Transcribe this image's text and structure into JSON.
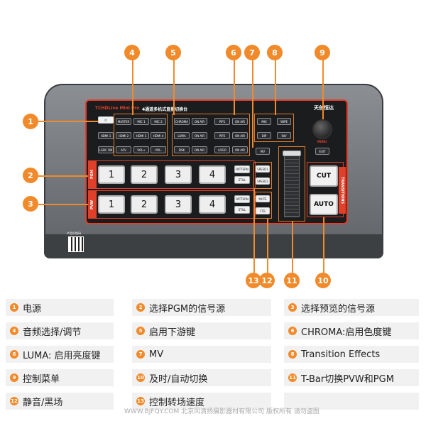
{
  "device": {
    "brand": "TCHDLive Mini Pro",
    "brand_sub": "4通道多机式直播切换台",
    "logo": "天创恒达",
    "menu_label": "MENU",
    "qr_caption": "产品识别码",
    "transitions_label": "TRANSITIONS"
  },
  "buttons": {
    "power": "⏻",
    "audio": [
      "MASTER",
      "MIC 1",
      "MIC 2",
      "HDMI 1",
      "HDMI 2",
      "HDMI 3",
      "HDMI 4",
      "LGDC ON",
      "AFV",
      "VOL+",
      "VOL-"
    ],
    "keys": [
      "CHROMA",
      "ON AIR",
      "PIP1",
      "ON AIR",
      "LUMA",
      "ON AIR",
      "PIP2",
      "ON AIR",
      "DSK",
      "ON AIR",
      "LOGO",
      "ON AIR"
    ],
    "effects": [
      "MIX",
      "WIPE",
      "DIP",
      "INV"
    ],
    "exit": "EXIT",
    "mv": "MV",
    "speed": [
      "SPEED1",
      "SPEED2"
    ],
    "mute": [
      "MUTE",
      "FTB"
    ],
    "cut": "CUT",
    "auto": "AUTO"
  },
  "rows": {
    "pgm": {
      "label": "PGM",
      "numbers": [
        "1",
        "2",
        "3",
        "4"
      ],
      "side": [
        "PATTERN",
        "STILL"
      ]
    },
    "pvw": {
      "label": "PVW",
      "numbers": [
        "1",
        "2",
        "3",
        "4"
      ],
      "side": [
        "PATTERN",
        "STILL"
      ]
    }
  },
  "callouts": [
    "1",
    "2",
    "3",
    "4",
    "5",
    "6",
    "7",
    "8",
    "9",
    "10",
    "11",
    "12",
    "13"
  ],
  "legend": [
    {
      "num": "1",
      "text": "电源"
    },
    {
      "num": "2",
      "text": "选择PGM的信号源"
    },
    {
      "num": "3",
      "text": "选择预览的信号源"
    },
    {
      "num": "4",
      "text": "音频选择/调节"
    },
    {
      "num": "5",
      "text": "启用下游键"
    },
    {
      "num": "6",
      "text": "CHROMA:启用色度键"
    },
    {
      "num": "6",
      "text": "LUMA: 启用亮度键"
    },
    {
      "num": "7",
      "text": "MV"
    },
    {
      "num": "8",
      "text": "Transition Effects"
    },
    {
      "num": "9",
      "text": "控制菜单"
    },
    {
      "num": "10",
      "text": "及时/自动切换"
    },
    {
      "num": "11",
      "text": "T-Bar切换PVW和PGM"
    },
    {
      "num": "12",
      "text": "静音/黑场"
    },
    {
      "num": "13",
      "text": "控制转场速度"
    }
  ],
  "watermark": "WWW.BJFQY.COM 北京风清扬摄影器材有限公司 版权所有 请勿盗图",
  "colors": {
    "accent": "#f08a2a",
    "panel_border": "#e0402a"
  }
}
